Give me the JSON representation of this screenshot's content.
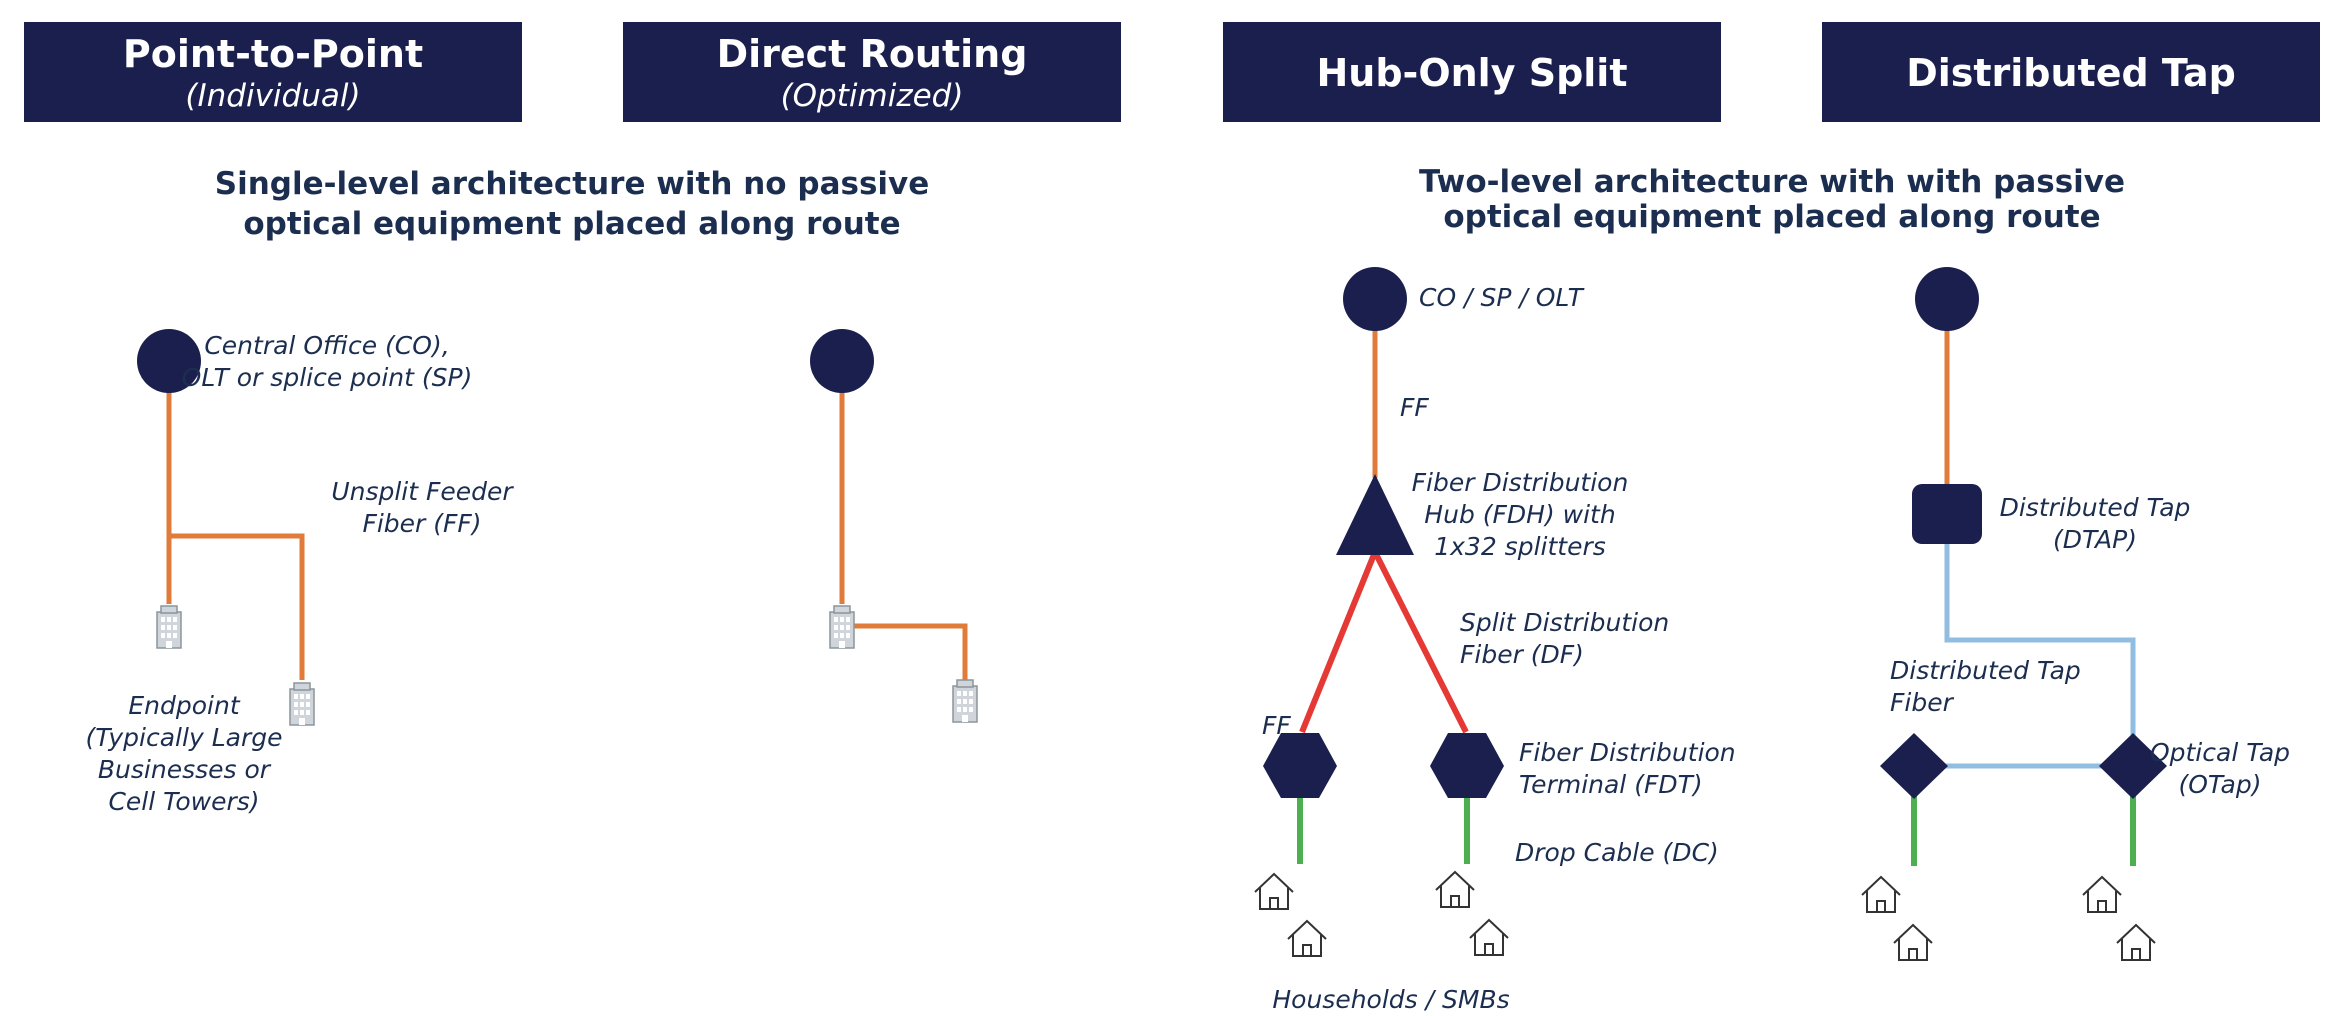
{
  "headers": [
    {
      "title": "Point-to-Point",
      "subtitle": "(Individual)"
    },
    {
      "title": "Direct Routing",
      "subtitle": "(Optimized)"
    },
    {
      "title": "Hub-Only Split",
      "subtitle": ""
    },
    {
      "title": "Distributed Tap",
      "subtitle": ""
    }
  ],
  "sections": {
    "single_level": {
      "line1": "Single-level architecture with no passive",
      "line2": "optical equipment placed along route"
    },
    "two_level": {
      "line1": "Two-level architecture with with passive",
      "line2": "optical equipment placed along route"
    }
  },
  "point_to_point": {
    "co_label": [
      "Central Office (CO),",
      "OLT or splice point (SP)"
    ],
    "feeder_label": [
      "Unsplit Feeder",
      "Fiber (FF)"
    ],
    "endpoint_label": [
      "Endpoint",
      "(Typically Large",
      "Businesses or",
      "Cell Towers)"
    ]
  },
  "hub_only": {
    "co_label": "CO / SP / OLT",
    "ff_label": "FF",
    "fdh_label": [
      "Fiber Distribution",
      "Hub (FDH) with",
      "1x32 splitters"
    ],
    "df_label": [
      "Split Distribution",
      "Fiber (DF)"
    ],
    "ff_label_lower": "FF",
    "fdt_label": [
      "Fiber Distribution",
      "Terminal (FDT)"
    ],
    "drop_label": "Drop Cable (DC)",
    "households_label": "Households / SMBs"
  },
  "distributed_tap": {
    "dtap_label": [
      "Distributed Tap",
      "(DTAP)"
    ],
    "tap_fiber_label": [
      "Distributed Tap",
      "Fiber"
    ],
    "otap_label": [
      "Optical Tap",
      "(OTap)"
    ]
  },
  "colors": {
    "header_bg": "#1b1f4e",
    "node": "#1b1f4e",
    "text": "#1c2e50",
    "feeder_fiber": "#e07b39",
    "split_fiber": "#e53935",
    "drop_cable": "#4caf50",
    "tap_fiber": "#90bde0"
  },
  "icons": {
    "building": "office-building-icon",
    "house": "house-icon"
  }
}
